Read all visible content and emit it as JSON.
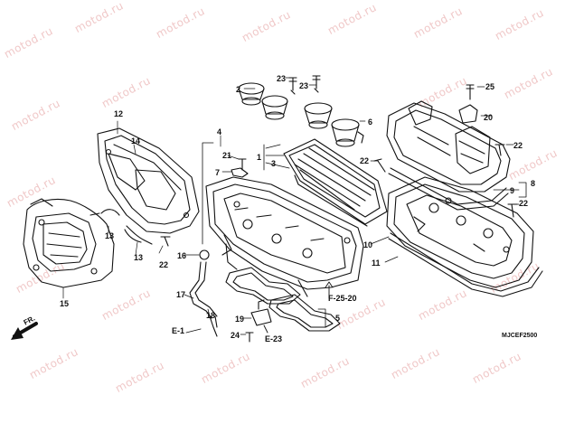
{
  "watermark": "motod.ru",
  "diagram_code": "MJCEF2500",
  "front_marker": "FR.",
  "refs": {
    "e1": "E-1",
    "e23": "E-23",
    "f2520": "F-25-20"
  },
  "labels": {
    "n2": "2",
    "n3": "3",
    "n4": "4",
    "n5": "5",
    "n6": "6",
    "n7": "7",
    "n8": "8",
    "n9": "9",
    "n10": "10",
    "n11": "11",
    "n12": "12",
    "n13a": "13",
    "n13b": "13",
    "n14": "14",
    "n15": "15",
    "n16": "16",
    "n17": "17",
    "n18": "18",
    "n19": "19",
    "n20": "20",
    "n21": "21",
    "n22a": "22",
    "n22b": "22",
    "n22c": "22",
    "n22d": "22",
    "n23a": "23",
    "n23b": "23",
    "n24": "24",
    "n25": "25",
    "n1": "1"
  }
}
